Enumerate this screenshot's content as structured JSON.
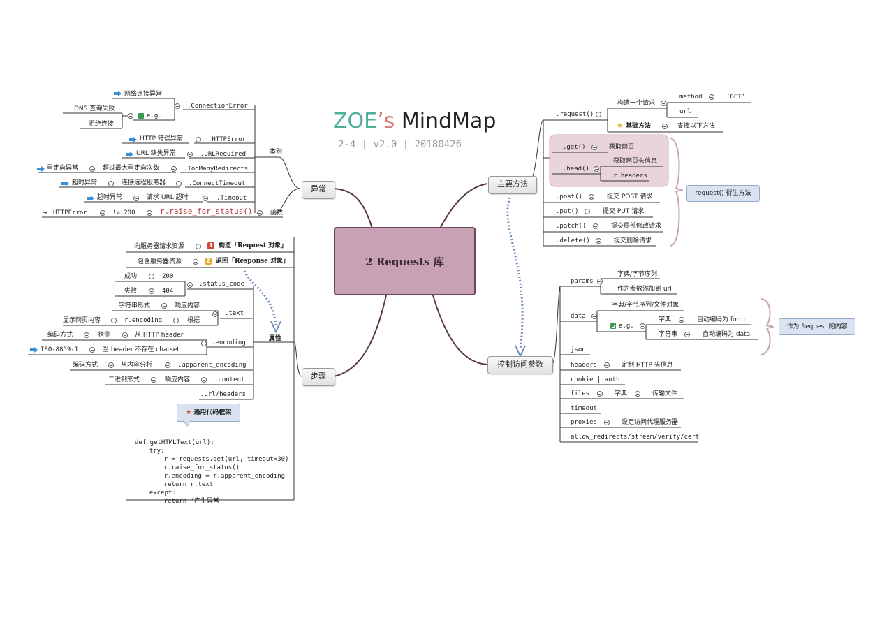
{
  "title": {
    "zoe": "ZOE",
    "apos": "’s",
    "mind": " MindMap",
    "subtitle": "2-4 | v2.0 | 20180426"
  },
  "center": "2 Requests 库",
  "branches": {
    "exceptions": "异常",
    "steps": "步骤",
    "main_methods": "主要方法",
    "control_params": "控制访问参数"
  },
  "exceptions": {
    "category": "类别",
    "conn_error": ".ConnectionError",
    "net_error": "网络连接异常",
    "eg": "e.g.",
    "dns": "DNS 查询失败",
    "refused": "拒绝连接",
    "http_error_label": "HTTP 错误异常",
    "http_error": ".HTTPError",
    "url_missing": "URL 缺失异常",
    "url_required": ".URLRequired",
    "redirect_label": "重定向异常",
    "redirect_desc": "超过最大重定向次数",
    "too_many": ".TooManyRedirects",
    "conn_timeout_label": "超时异常",
    "conn_timeout_desc": "连接远程服务器",
    "conn_timeout": ".ConnectTimeout",
    "timeout_label": "超时异常",
    "timeout_desc": "请求 URL 超时",
    "timeout": ".Timeout",
    "raise_http": "HTTPError",
    "raise_cond": "!= 200",
    "raise_fn": "r.raise_for_status()",
    "function": "函数"
  },
  "steps": {
    "step1_label": "向服务器请求资源",
    "step1": "构造「Request 对象」",
    "step2_label": "包含服务器资源",
    "step2": "返回「Response 对象」",
    "attrs": "属性",
    "success": "成功",
    "code200": "200",
    "fail": "失败",
    "code404": "404",
    "status_code": ".status_code",
    "text_form": "字符串形式",
    "resp_content": "响应内容",
    "text": ".text",
    "show_page": "显示网页内容",
    "r_encoding": "r.encoding",
    "according": "根据",
    "enc_method": "编码方式",
    "guess": "猜测",
    "from_header": "从 HTTP header",
    "encoding": ".encoding",
    "iso": "ISO-8859-1",
    "no_charset": "当 header 不存在 charset",
    "enc_method2": "编码方式",
    "content_analysis": "从内容分析",
    "apparent": ".apparent_encoding",
    "binary": "二进制形式",
    "resp_content2": "响应内容",
    "content": ".content",
    "url_headers": ".url/headers",
    "framework": "通用代码框架",
    "code": [
      "def getHTMLText(url):",
      "  try:",
      "    r = requests.get(url, timeout=30)",
      "    r.raise_for_status()",
      "    r.encoding = r.apparent_encoding",
      "    return r.text",
      "  except:",
      "    return '产生异常'"
    ]
  },
  "methods": {
    "request": ".request()",
    "construct": "构造一个请求",
    "method": "method",
    "get_val": "‘GET’",
    "url": "url",
    "basic": "基础方法",
    "support": "支撑以下方法",
    "get": ".get()",
    "get_desc": "获取网页",
    "head": ".head()",
    "head_desc": "获取网页头信息",
    "r_headers": "r.headers",
    "post": ".post()",
    "post_desc": "提交 POST 请求",
    "put": ".put()",
    "put_desc": "提交 PUT 请求",
    "patch": ".patch()",
    "patch_desc": "提交局部修改请求",
    "delete": ".delete()",
    "delete_desc": "提交删除请求",
    "derived": "request() 衍生方法"
  },
  "params": {
    "params": "params",
    "dict_bytes": "字典/字节序列",
    "add_url": "作为参数添加到 url",
    "data": "data",
    "dict_bytes_file": "字典/字节序列/文件对象",
    "eg": "e.g.",
    "dict": "字典",
    "auto_form": "自动编码为 form",
    "string": "字符串",
    "auto_data": "自动编码为 data",
    "json": "json",
    "headers": "headers",
    "custom_header": "定制 HTTP 头信息",
    "cookie_auth": "cookie | auth",
    "files": "files",
    "dict2": "字典",
    "transfer": "传输文件",
    "timeout": "timeout",
    "proxies": "proxies",
    "proxy_desc": "设定访问代理服务器",
    "allow": "allow_redirects/stream/verify/cert",
    "as_request": "作为 Request 的内容"
  }
}
